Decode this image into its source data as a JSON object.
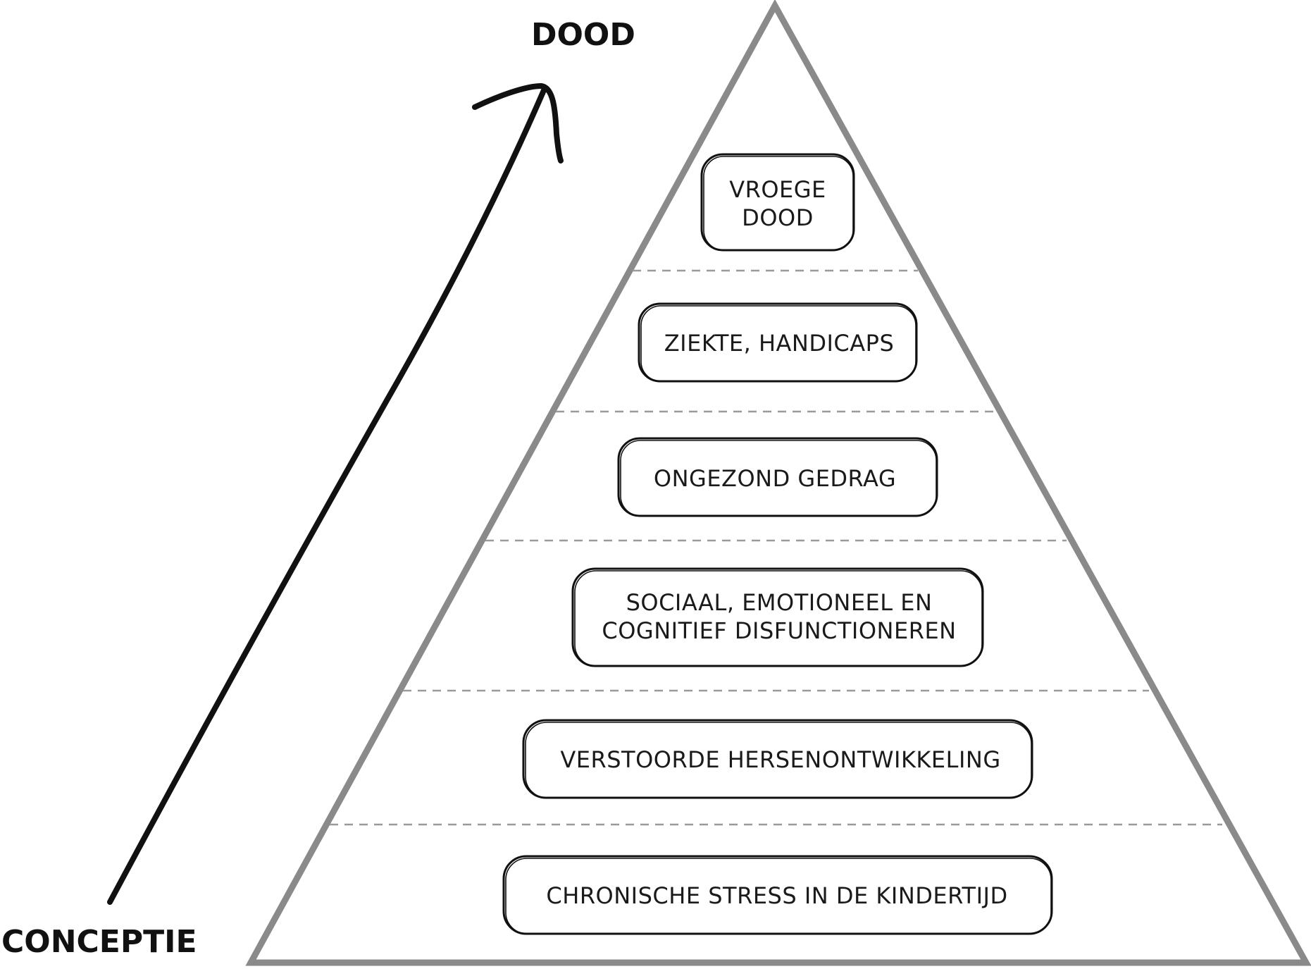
{
  "labels": {
    "top": "DOOD",
    "bottom": "CONCEPTIE"
  },
  "levels": [
    {
      "lines": [
        "VROEGE",
        "DOOD"
      ]
    },
    {
      "lines": [
        "ZIEKTE, HANDICAPS"
      ]
    },
    {
      "lines": [
        "ONGEZOND GEDRAG"
      ]
    },
    {
      "lines": [
        "SOCIAAL, EMOTIONEEL EN",
        "COGNITIEF DISFUNCTIONEREN"
      ]
    },
    {
      "lines": [
        "VERSTOORDE HERSENONTWIKKELING"
      ]
    },
    {
      "lines": [
        "CHRONISCHE STRESS IN DE KINDERTIJD"
      ]
    }
  ],
  "colors": {
    "pyramid_outline": "#8a8a8a",
    "divider": "#9a9a9a",
    "ink": "#111111"
  },
  "icons": {
    "progress_arrow": "arrow-up-right-icon"
  }
}
